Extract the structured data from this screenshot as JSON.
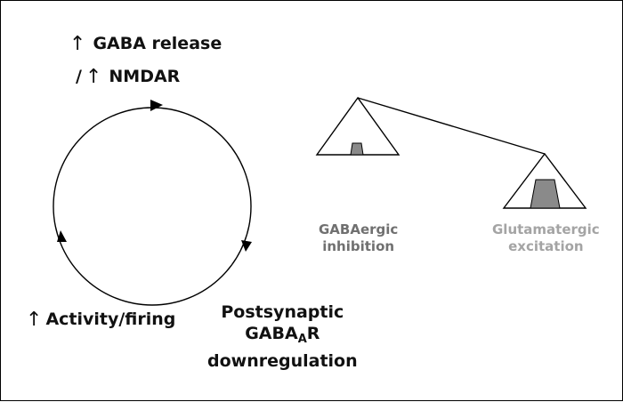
{
  "cycle_labels": {
    "gaba_release": {
      "arrow": "↑",
      "text": "GABA release"
    },
    "nmdar": {
      "prefix": "/",
      "arrow": "↑",
      "text": "NMDAR"
    },
    "activity": {
      "arrow": "↑",
      "text": "Activity/firing"
    },
    "postsynaptic": {
      "line1": "Postsynaptic",
      "line2_main": "GABA",
      "line2_sub": "A",
      "line2_end": "R",
      "line3": "downregulation"
    }
  },
  "balance_labels": {
    "gabaergic": {
      "line1": "GABAergic",
      "line2": "inhibition"
    },
    "glutamatergic": {
      "line1": "Glutamatergic",
      "line2": "excitation"
    }
  },
  "colors": {
    "stroke": "#000000",
    "weight_fill": "#8a8a8a",
    "gaba_text": "#707070",
    "glu_text": "#a4a4a4"
  }
}
